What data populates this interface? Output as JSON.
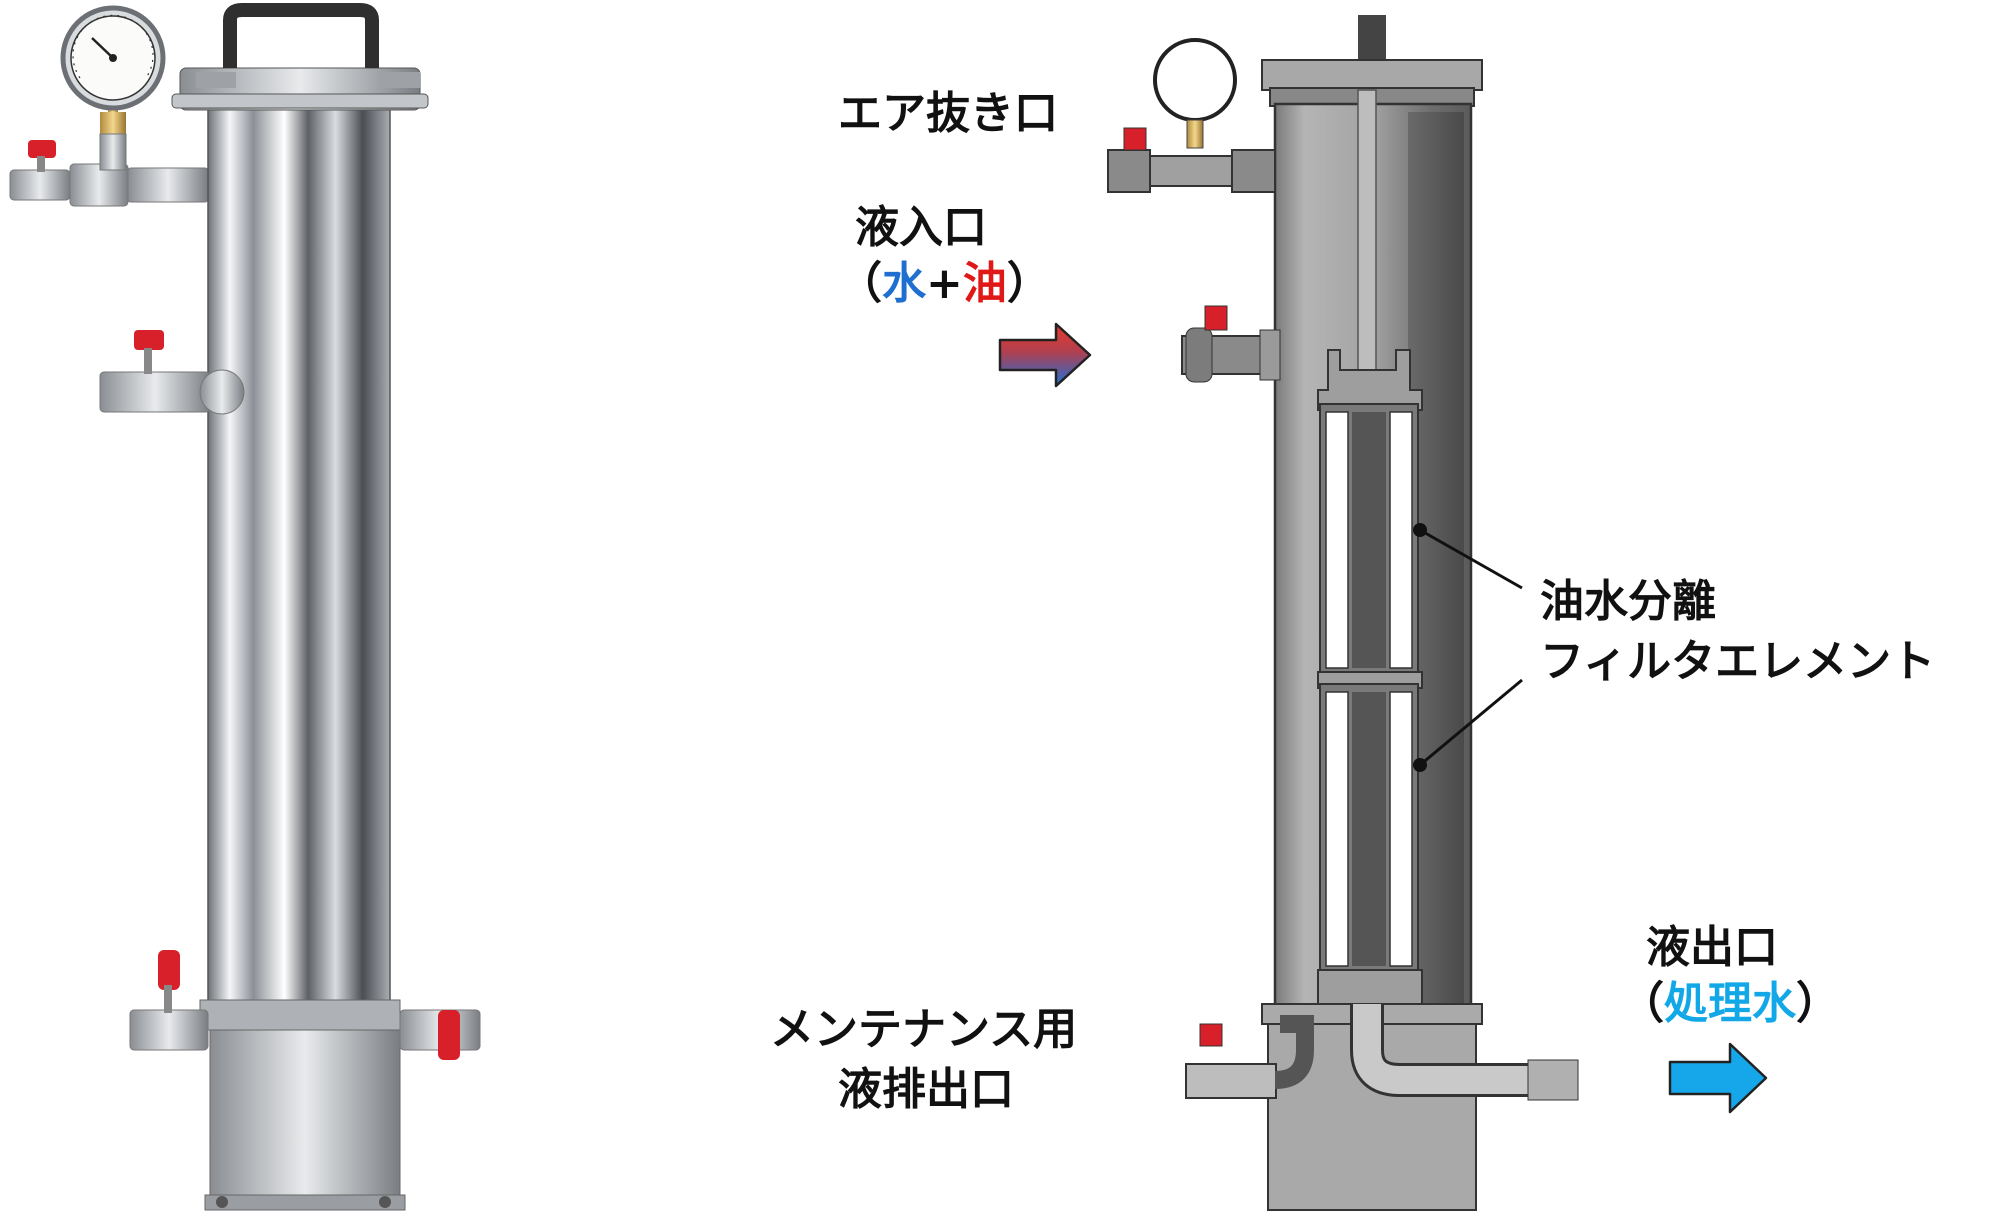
{
  "labels": {
    "air_vent": "エア抜き口",
    "inlet": "液入口",
    "inlet_paren_open": "（",
    "inlet_water": "水",
    "inlet_plus": "+",
    "inlet_oil": "油",
    "inlet_paren_close": "）",
    "filter_line1": "油水分離",
    "filter_line2": "フィルタエレメント",
    "outlet": "液出口",
    "outlet_paren_open": "（",
    "outlet_treated": "処理水",
    "outlet_paren_close": "）",
    "drain_line1": "メンテナンス用",
    "drain_line2": "液排出口"
  },
  "colors": {
    "water": "#1f6fd0",
    "oil": "#e01818",
    "treated_water": "#12a8e8",
    "valve_handle": "#d8202a",
    "steel": "#b9bcc0",
    "section_gray": "#9a9a9a"
  },
  "icons": {
    "inlet_arrow": "gradient-arrow-right-icon",
    "outlet_arrow": "arrow-right-icon"
  }
}
